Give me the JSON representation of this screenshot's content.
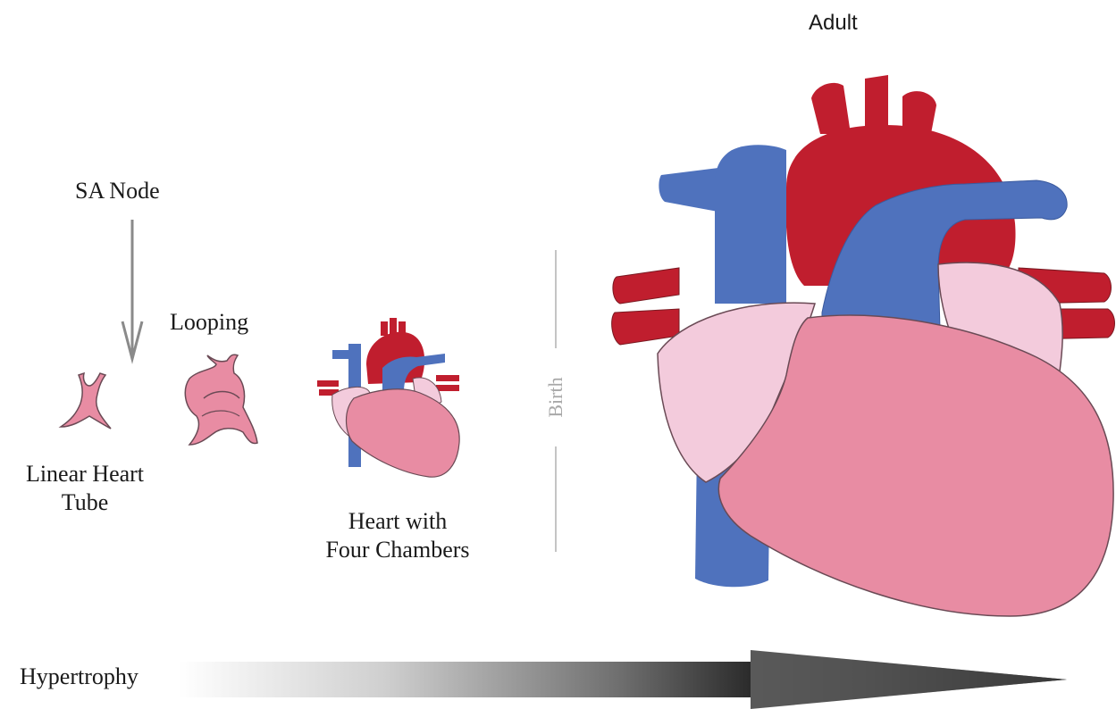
{
  "labels": {
    "sa_node": "SA Node",
    "looping": "Looping",
    "linear_line1": "Linear Heart",
    "linear_line2": "Tube",
    "four_line1": "Heart with",
    "four_line2": "Four Chambers",
    "birth": "Birth",
    "adult": "Adult",
    "hypertrophy": "Hypertrophy"
  },
  "colors": {
    "artery_red": "#c01e2e",
    "vein_blue": "#4f72bd",
    "ventricle_pink": "#e88ca3",
    "atrium_light_pink": "#f3cbdc",
    "outline": "#6a4a55",
    "arrow_gray": "#888888",
    "gradient_start": "#ffffff",
    "gradient_end": "#2a2a2a",
    "birth_gray": "#a8a8a8"
  },
  "icons": {
    "sa_node_arrow": "down-arrow-icon",
    "progress_arrow": "right-arrow-icon"
  }
}
